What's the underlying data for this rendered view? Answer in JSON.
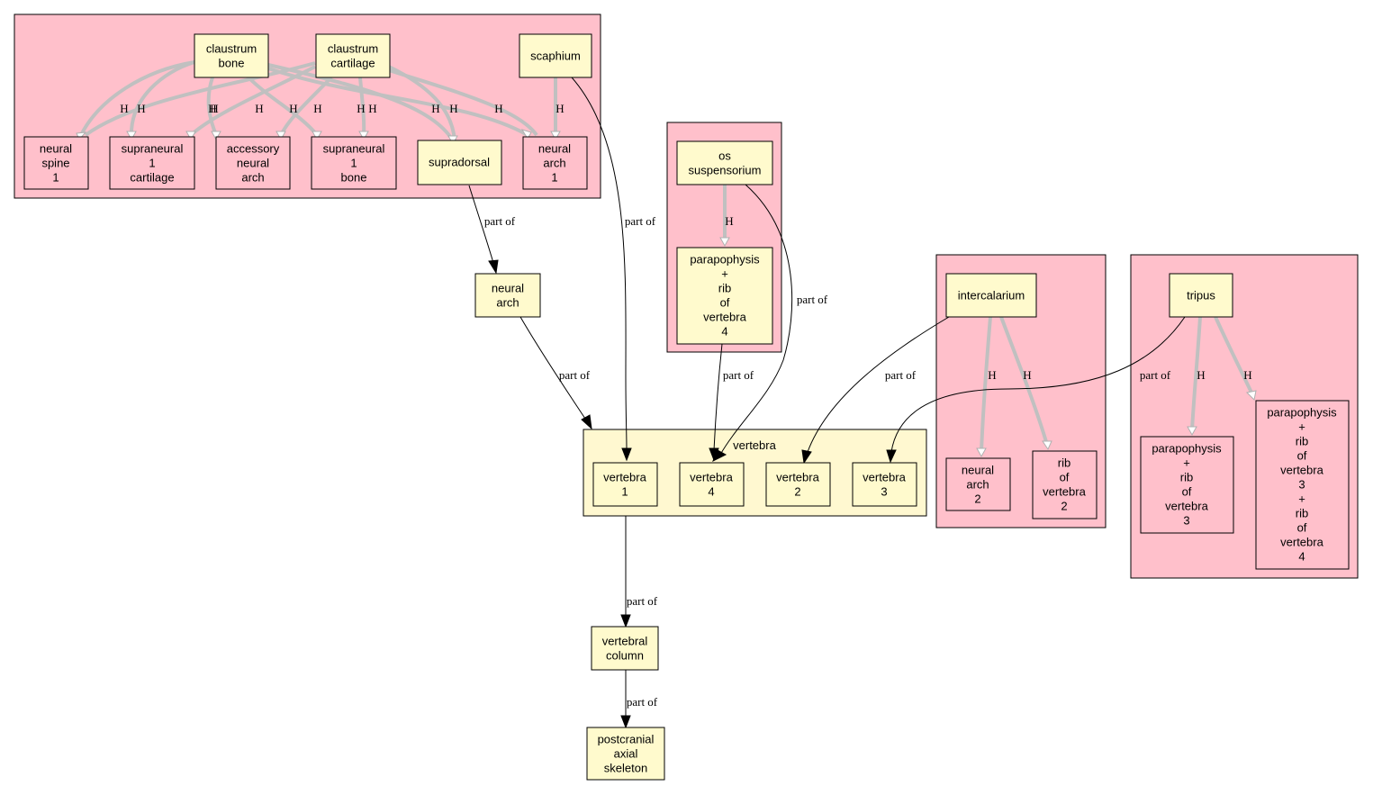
{
  "nodes": {
    "claustrum_bone": "claustrum\nbone",
    "claustrum_cartilage": "claustrum\ncartilage",
    "scaphium": "scaphium",
    "neural_spine_1": "neural\nspine\n1",
    "supraneural_1_cartilage": "supraneural\n1\ncartilage",
    "accessory_neural_arch": "accessory\nneural\narch",
    "supraneural_1_bone": "supraneural\n1\nbone",
    "supradorsal": "supradorsal",
    "neural_arch_1": "neural\narch\n1",
    "os_suspensorium": "os\nsuspensorium",
    "parapophysis_rib_v4": "parapophysis\n+\nrib\nof\nvertebra\n4",
    "intercalarium": "intercalarium",
    "neural_arch_2": "neural\narch\n2",
    "rib_of_vertebra_2": "rib\nof\nvertebra\n2",
    "tripus": "tripus",
    "parapophysis_rib_v3": "parapophysis\n+\nrib\nof\nvertebra\n3",
    "parapophysis_rib_v3_v4": "parapophysis\n+\nrib\nof\nvertebra\n3\n+\nrib\nof\nvertebra\n4",
    "neural_arch": "neural\narch",
    "vertebra_1": "vertebra\n1",
    "vertebra_4": "vertebra\n4",
    "vertebra_2": "vertebra\n2",
    "vertebra_3": "vertebra\n3",
    "vertebral_column": "vertebral\ncolumn",
    "postcranial_axial_skeleton": "postcranial\naxial\nskeleton"
  },
  "clusters": {
    "vertebra": "vertebra"
  },
  "edge_labels": {
    "homology": "H",
    "part_of": "part of"
  },
  "colors": {
    "cluster_fill": "#ffc0cb",
    "node_fill": "#fffacd",
    "homology_edge": "#c0c0c0",
    "part_of_edge": "#000000"
  }
}
